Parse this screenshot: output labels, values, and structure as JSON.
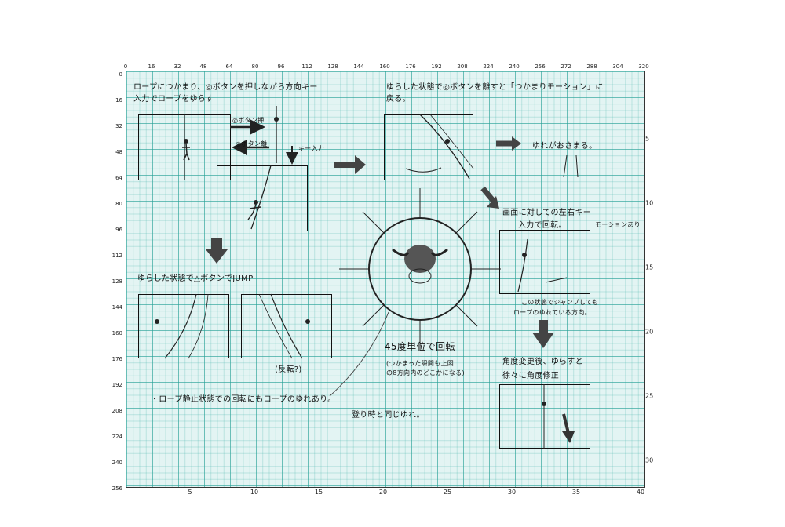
{
  "axes": {
    "top_ticks": [
      "0",
      "16",
      "32",
      "48",
      "64",
      "80",
      "96",
      "112",
      "128",
      "144",
      "160",
      "176",
      "192",
      "208",
      "224",
      "240",
      "256",
      "272",
      "288",
      "304",
      "320"
    ],
    "left_ticks": [
      "0",
      "16",
      "32",
      "48",
      "64",
      "80",
      "96",
      "112",
      "128",
      "144",
      "160",
      "176",
      "192",
      "208",
      "224",
      "240",
      "256"
    ],
    "bottom_ticks": [
      "5",
      "10",
      "15",
      "20",
      "25",
      "30",
      "35",
      "40"
    ],
    "right_ticks": [
      "5",
      "10",
      "15",
      "20",
      "25",
      "30"
    ]
  },
  "notes": {
    "top_left_line1": "ロープにつかまり、◎ボタンを押しながら方向キー",
    "top_left_line2": "入力でロープをゆらす",
    "button_push": "◎ボタン押",
    "button_release": "◎ボタン離",
    "key_input": "キー入力",
    "top_mid_line1": "ゆらした状態で◎ボタンを離すと「つかまりモーション」に",
    "top_mid_line2": "戻る。",
    "sway_settles": "ゆれがおさまる。",
    "rotate_line1": "画面に対しての左右キー",
    "rotate_line2": "入力で回転。",
    "motion_exists": "モーションあり",
    "jump_note": "ゆらした状態で△ボタンでJUMP",
    "jump_state_line1": "この状態でジャンプしても",
    "jump_state_line2": "ロープのゆれている方向。",
    "reverse_rotation": "(反転?)",
    "rotate_45": "45度単位で回転",
    "rotate_45_sub1": "(つかまった瞬間も上図",
    "rotate_45_sub2": "の8方向内のどこかになる)",
    "angle_line1": "角度変更後、ゆらすと",
    "angle_line2": "徐々に角度修正",
    "rope_static": "・ロープ静止状態での回転にもロープのゆれあり。",
    "same_as_climb": "登り時と同じゆれ。"
  }
}
